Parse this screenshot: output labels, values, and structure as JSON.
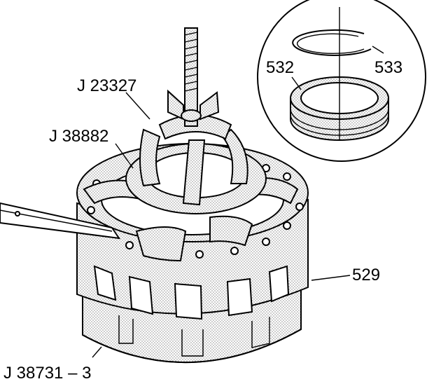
{
  "labels": {
    "tool_puller": "J 23327",
    "tool_compressor": "J 38882",
    "tool_holder": "J 38731 – 3",
    "part_housing": "529",
    "part_piston": "532",
    "part_snap_ring": "533"
  }
}
